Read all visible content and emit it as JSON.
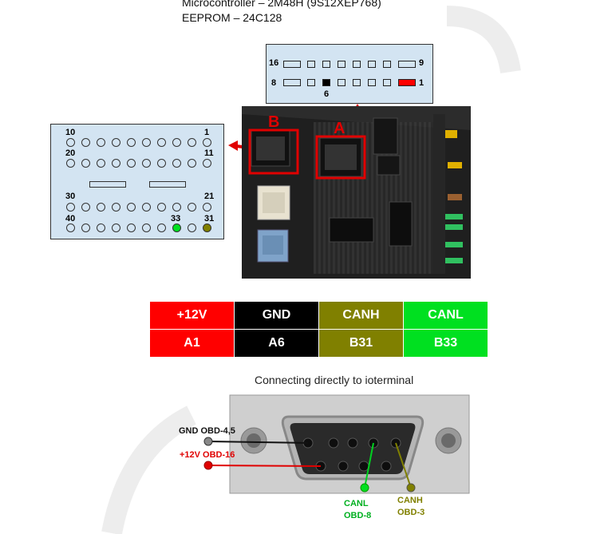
{
  "header": {
    "line1": "Microcontroller – 2M48H (9S12XEP768)",
    "line2": "EEPROM – 24C128"
  },
  "connector_a": {
    "top_left_pin": "16",
    "top_right_pin": "9",
    "bottom_left_pin": "8",
    "bottom_right_pin": "1",
    "marked_pin": "6"
  },
  "connector_b": {
    "row1_left": "10",
    "row1_right": "1",
    "row2_left": "20",
    "row2_right": "11",
    "row3_left": "30",
    "row3_right": "21",
    "row4_left": "40",
    "row4_mid": "33",
    "row4_right": "31"
  },
  "photo_labels": {
    "a": "A",
    "b": "B"
  },
  "pin_table": {
    "headers": [
      "+12V",
      "GND",
      "CANH",
      "CANL"
    ],
    "values": [
      "A1",
      "A6",
      "B31",
      "B33"
    ],
    "colors": [
      "#ff0000",
      "#000000",
      "#808000",
      "#00e020"
    ]
  },
  "caption": "Connecting directly to ioterminal",
  "db9": {
    "gnd_label": "GND OBD-4,5",
    "v12_label": "+12V OBD-16",
    "canl_label": "CANL",
    "canl_pin": "OBD-8",
    "canh_label": "CANH",
    "canh_pin": "OBD-3"
  },
  "colors": {
    "red": "#ff0000",
    "green": "#00e020",
    "olive": "#808000",
    "panel": "#d3e4f2"
  }
}
